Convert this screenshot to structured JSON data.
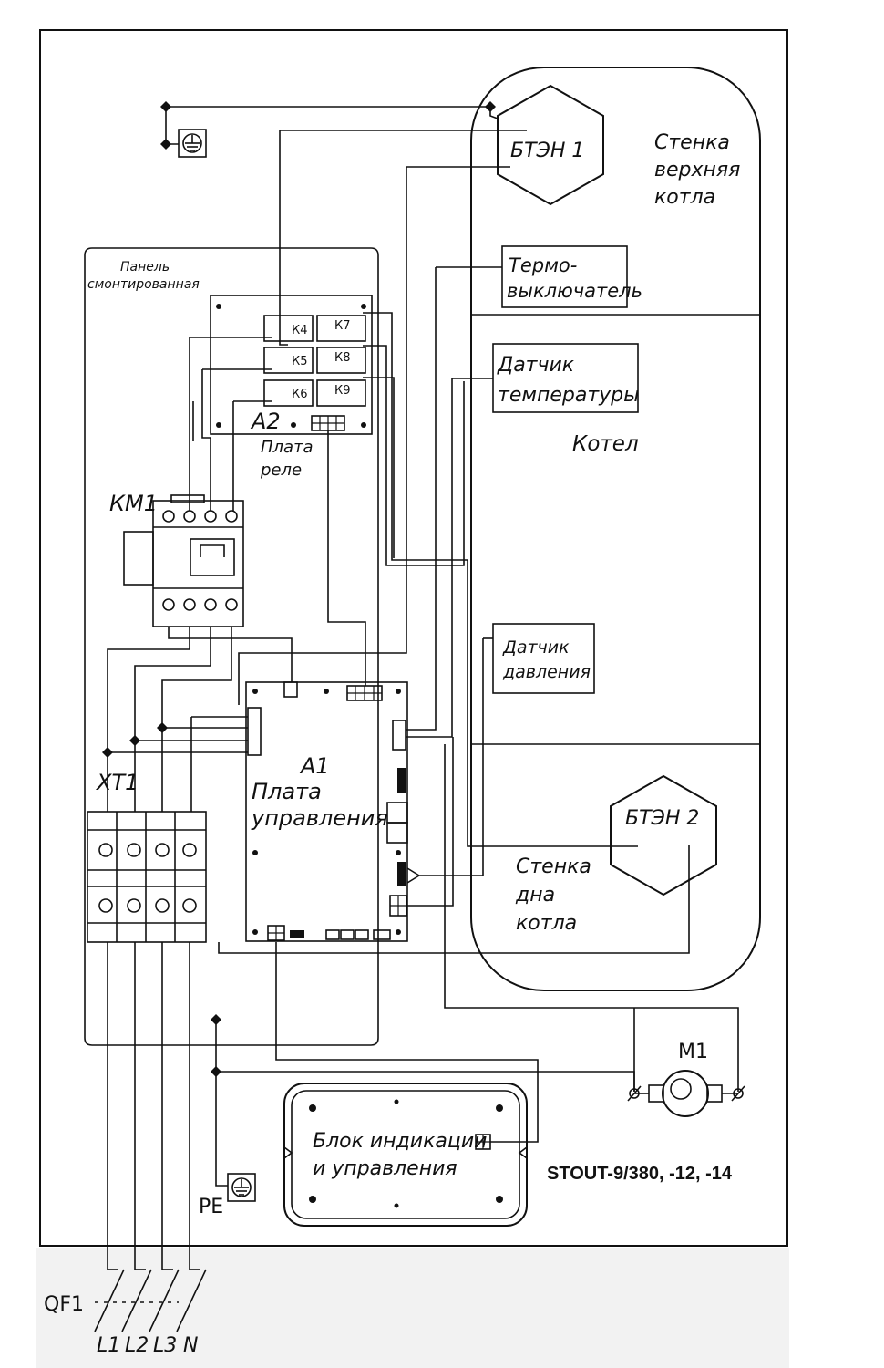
{
  "labels": {
    "bten1": "БТЭН 1",
    "bten2": "БТЭН 2",
    "wall_top_1": "Стенка",
    "wall_top_2": "верхняя",
    "wall_top_3": "котла",
    "thermo_1": "Термо-",
    "thermo_2": "выключатель",
    "temp_sensor_1": "Датчик",
    "temp_sensor_2": "температуры",
    "boiler": "Котел",
    "pressure_sensor_1": "Датчик",
    "pressure_sensor_2": "давления",
    "wall_bottom_1": "Стенка",
    "wall_bottom_2": "дна",
    "wall_bottom_3": "котла",
    "panel_1": "Панель",
    "panel_2": "смонтированная",
    "relay_board_code": "А2",
    "relay_board_1": "Плата",
    "relay_board_2": "реле",
    "contactor": "КМ1",
    "control_board_code": "А1",
    "control_board_1": "Плата",
    "control_board_2": "управления",
    "terminal_block": "XT1",
    "display_unit_1": "Блок индикации",
    "display_unit_2": "и управления",
    "pe": "PE",
    "motor": "М1",
    "breaker": "QF1",
    "phase_l1": "L1",
    "phase_l2": "L2",
    "phase_l3": "L3",
    "neutral": "N",
    "model": "STOUT-9/380, -12, -14",
    "relays": [
      "К4",
      "К7",
      "К5",
      "К8",
      "К6",
      "К9"
    ]
  }
}
